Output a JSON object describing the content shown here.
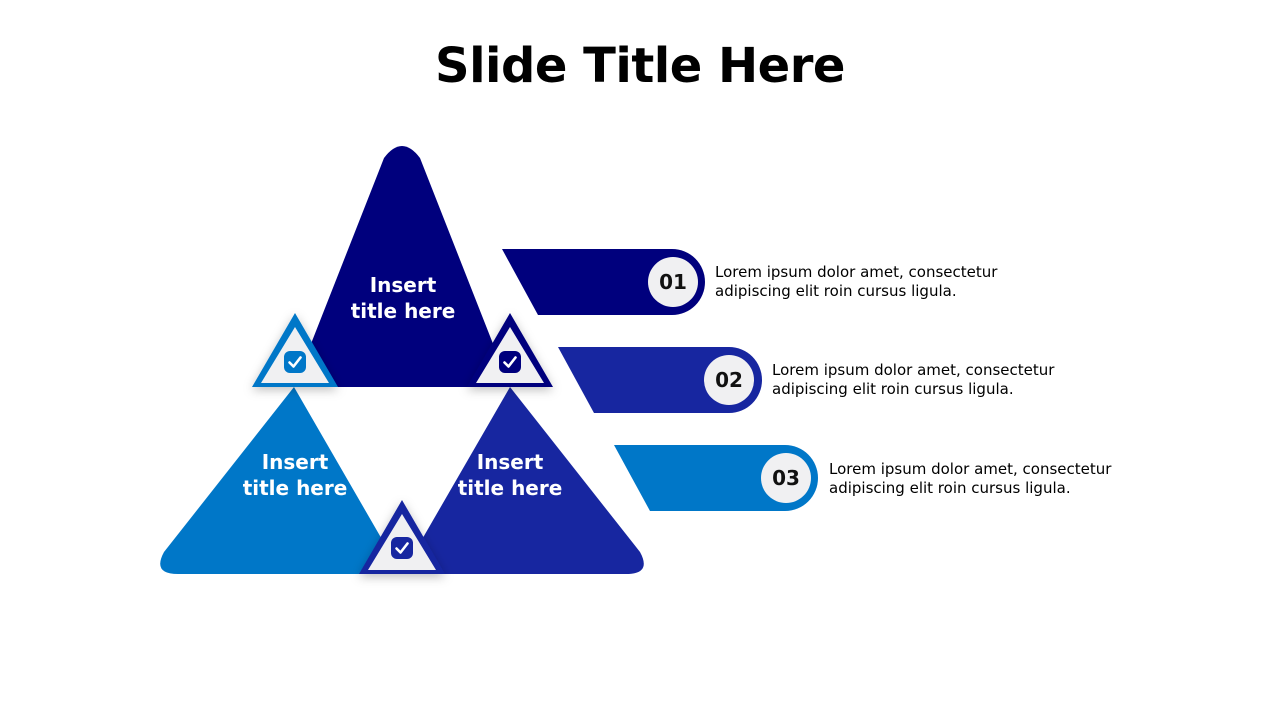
{
  "slide": {
    "title": "Slide Title Here"
  },
  "colors": {
    "dark_navy": "#00007D",
    "royal_blue": "#1726A0",
    "bright_blue": "#0077C8",
    "badge_bg": "#F0F0F2"
  },
  "triangles": [
    {
      "line1": "Insert",
      "line2": "title here",
      "color": "#00007D"
    },
    {
      "line1": "Insert",
      "line2": "title here",
      "color": "#0077C8"
    },
    {
      "line1": "Insert",
      "line2": "title here",
      "color": "#1726A0"
    }
  ],
  "badges": [
    {
      "icon": "check-icon"
    },
    {
      "icon": "check-icon"
    },
    {
      "icon": "check-icon"
    }
  ],
  "steps": [
    {
      "number": "01",
      "line1": "Lorem ipsum dolor amet, consectetur",
      "line2": "adipiscing elit roin cursus ligula."
    },
    {
      "number": "02",
      "line1": "Lorem ipsum dolor amet, consectetur",
      "line2": "adipiscing elit roin cursus ligula."
    },
    {
      "number": "03",
      "line1": "Lorem ipsum dolor amet, consectetur",
      "line2": "adipiscing elit roin cursus ligula."
    }
  ]
}
